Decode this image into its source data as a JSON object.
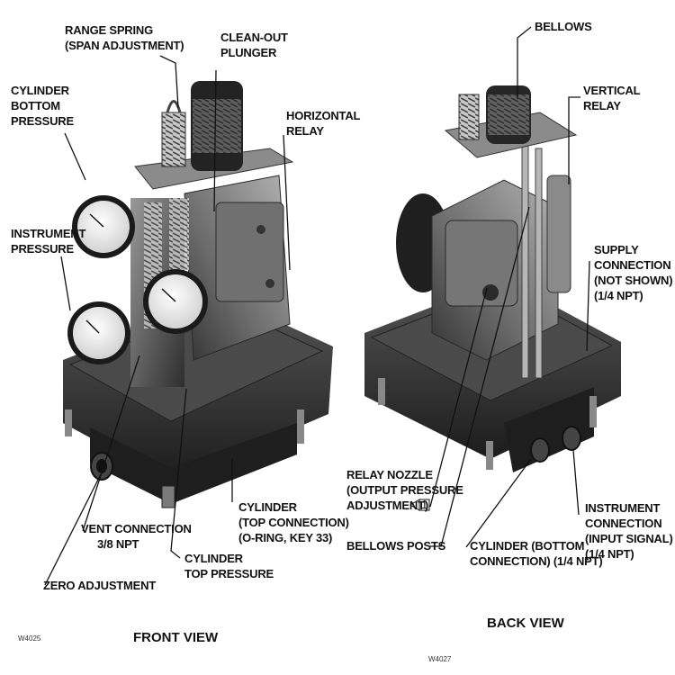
{
  "front_view": {
    "caption": "FRONT VIEW",
    "code": "W4025",
    "labels": {
      "range_spring": [
        "RANGE SPRING",
        "(SPAN ADJUSTMENT)"
      ],
      "clean_out": [
        "CLEAN-OUT",
        "PLUNGER"
      ],
      "cyl_bottom": [
        "CYLINDER",
        "BOTTOM",
        "PRESSURE"
      ],
      "horizontal_relay": [
        "HORIZONTAL",
        "RELAY"
      ],
      "instrument_pressure": [
        "INSTRUMENT",
        "PRESSURE"
      ],
      "vent_connection": [
        "VENT CONNECTION",
        "3/8 NPT"
      ],
      "cyl_top_conn": [
        "CYLINDER",
        "(TOP CONNECTION)",
        "(O-RING, KEY 33)"
      ],
      "cyl_top_pressure": [
        "CYLINDER",
        "TOP PRESSURE"
      ],
      "zero_adjustment": [
        "ZERO ADJUSTMENT"
      ]
    }
  },
  "back_view": {
    "caption": "BACK VIEW",
    "code": "W4027",
    "labels": {
      "bellows": [
        "BELLOWS"
      ],
      "vertical_relay": [
        "VERTICAL",
        "RELAY"
      ],
      "supply_connection": [
        "SUPPLY",
        "CONNECTION",
        "(NOT SHOWN)",
        "(1/4 NPT)"
      ],
      "relay_nozzle": [
        "RELAY NOZZLE",
        "(OUTPUT PRESSURE",
        "ADJUSTMENT)"
      ],
      "note_marker": "1",
      "bellows_posts": [
        "BELLOWS POSTS"
      ],
      "cyl_bottom_conn": [
        "CYLINDER (BOTTOM",
        "CONNECTION) (1/4 NPT)"
      ],
      "instrument_connection": [
        "INSTRUMENT",
        "CONNECTION",
        "(INPUT SIGNAL)",
        "(1/4 NPT)"
      ]
    }
  },
  "colors": {
    "metal_dark": "#2a2a2a",
    "metal_mid": "#6e6e6e",
    "metal_light": "#a9a9a9",
    "gauge_face": "#f2f2f2"
  }
}
